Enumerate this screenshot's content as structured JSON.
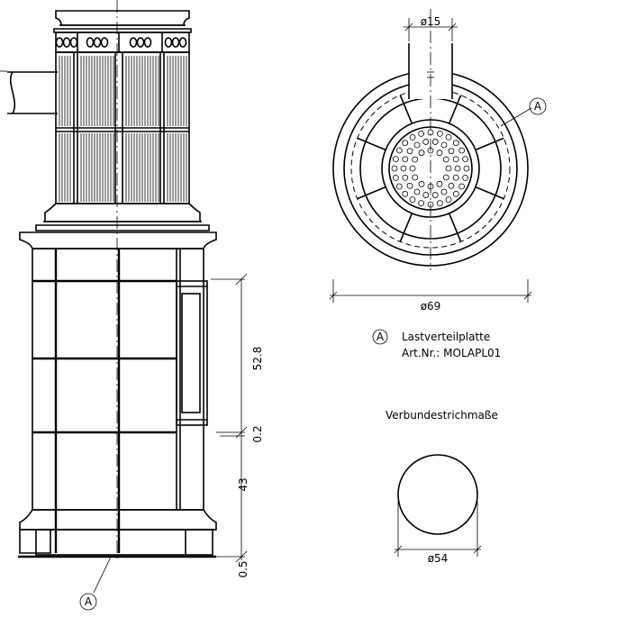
{
  "top_view": {
    "pipe_diameter": "ø15",
    "outer_diameter": "ø69",
    "callout": "A"
  },
  "legend": {
    "marker": "A",
    "line1": "Lastverteilplatte",
    "line2": "Art.Nr.:  MOLAPL01"
  },
  "screed": {
    "title": "Verbundestrichmaße",
    "diameter": "ø54"
  },
  "side_view": {
    "dim_upper": "52.8",
    "dim_gap": "0.2",
    "dim_lower": "43",
    "dim_base": "0.5",
    "callout": "A"
  }
}
